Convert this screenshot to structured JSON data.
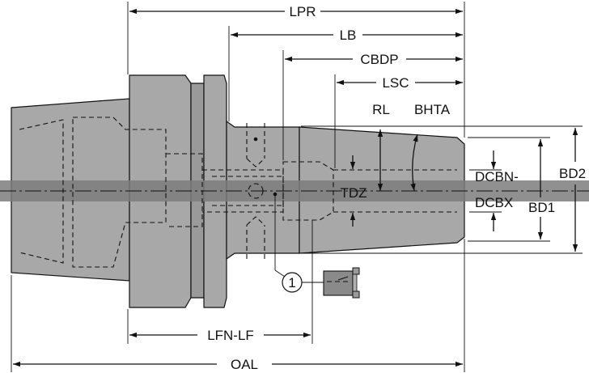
{
  "colors": {
    "body_fill": "#a8a8a8",
    "bore_fill": "#7c7c7c",
    "line": "#111111",
    "background": "#ffffff"
  },
  "dimensions": {
    "lpr": "LPR",
    "lb": "LB",
    "cbdp": "CBDP",
    "lsc": "LSC",
    "rl": "RL",
    "bhta": "BHTA",
    "tdz": "TDZ",
    "dcbn_dcbx_line1": "DCBN-",
    "dcbn_dcbx_line2": "DCBX",
    "bd1": "BD1",
    "bd2": "BD2",
    "lfn_lf": "LFN-LF",
    "oal": "OAL"
  },
  "callout": {
    "number": "1",
    "part_icon": "set-screw-icon"
  }
}
